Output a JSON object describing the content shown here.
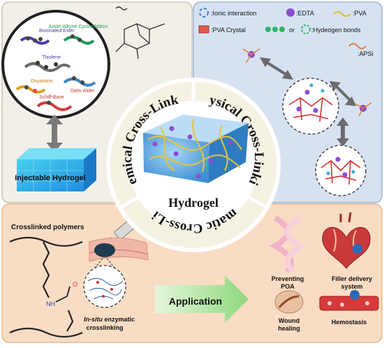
{
  "center": {
    "title": "Hydrogel",
    "ring_chemical": "Chemical Cross-Linking",
    "ring_physical": "Physical Cross-Linking",
    "ring_enzymatic": "Enzymatic Cross-Linking"
  },
  "chemical": {
    "reactions": [
      "Boronated Ester",
      "Azide-Alkyne Cycloaddition",
      "Thiolene",
      "Oxyamine",
      "Diels-Alder",
      "Schiff-Base"
    ],
    "injectable_label": "Injectable Hydrogel"
  },
  "physical": {
    "legend": {
      "ionic": ":Ionic interaction",
      "edta": ":EDTA",
      "pva": ":PVA",
      "pva_crystal": ":PVA Crystal",
      "or": "or",
      "hbond": ":Hydeogen bonds",
      "apsi": ":APSi"
    }
  },
  "enzymatic": {
    "crosslinked_label": "Crosslinked polymers",
    "nh_label": "NH",
    "o_label": "O",
    "insitu_italic": "In-situ",
    "insitu_rest": " enzymatic",
    "insitu_line2": "crosslinking",
    "application_label": "Application"
  },
  "applications": [
    {
      "line1": "Preventing",
      "line2": "POA"
    },
    {
      "line1": "Filler delivery",
      "line2": "system"
    },
    {
      "line1": "Wound",
      "line2": "healing"
    },
    {
      "line1": "Hemostasis",
      "line2": ""
    }
  ],
  "colors": {
    "chem_bg": "#f2efe8",
    "phys_bg": "#d6e2f2",
    "enz_bg": "#f9dcc4",
    "ring": "#f6f2e3",
    "gel": "#6aaee3",
    "fiber": "#e6c43a",
    "dot": "#8a4fd0",
    "arrow": "#9adf86"
  }
}
